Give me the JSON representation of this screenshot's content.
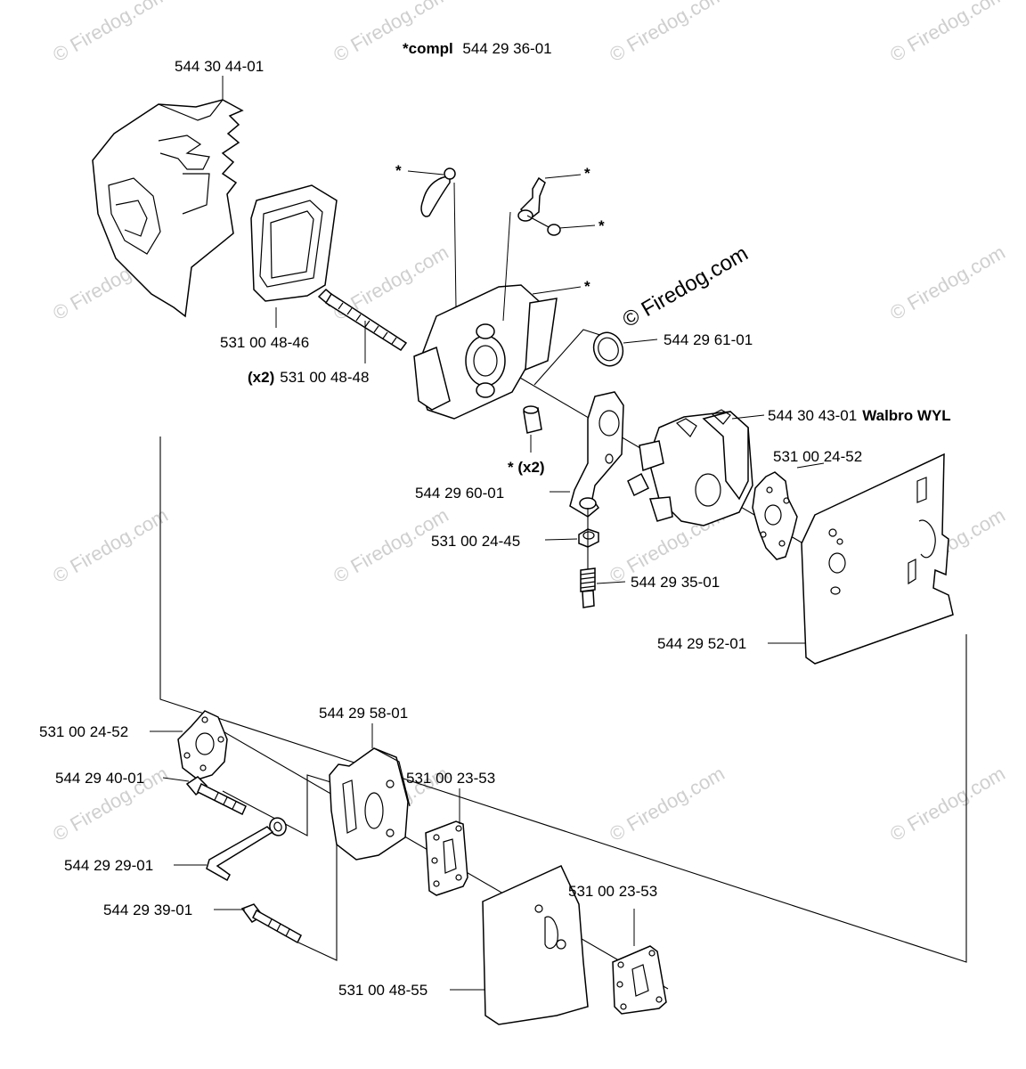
{
  "header": {
    "compl_prefix": "*compl",
    "compl_number": "544 29 36-01"
  },
  "watermark": {
    "text": "© Firedog.com",
    "center_text": "© Firedog.com"
  },
  "labels": {
    "p544_30_44_01": "544 30 44-01",
    "p531_00_48_46": "531 00 48-46",
    "x2_prefix": "(x2)",
    "p531_00_48_48": "531 00 48-48",
    "star_1": "*",
    "star_2": "*",
    "star_3": "*",
    "star_4": "*",
    "p544_29_61_01": "544 29 61-01",
    "p544_30_43_01": "544 30 43-01",
    "walbro": "Walbro WYL",
    "star_x2": "* (x2)",
    "p531_00_24_52_top": "531 00 24-52",
    "p544_29_60_01": "544 29 60-01",
    "p531_00_24_45": "531 00 24-45",
    "p544_29_35_01": "544 29 35-01",
    "p544_29_52_01": "544 29 52-01",
    "p531_00_24_52_bottom": "531 00 24-52",
    "p544_29_58_01": "544 29 58-01",
    "p544_29_40_01": "544 29 40-01",
    "p531_00_23_53_a": "531 00 23-53",
    "p544_29_29_01": "544 29 29-01",
    "p544_29_39_01": "544 29 39-01",
    "p531_00_23_53_b": "531 00 23-53",
    "p531_00_48_55": "531 00 48-55"
  },
  "colors": {
    "line": "#000000",
    "watermark": "#cfcfcf",
    "background": "#ffffff"
  }
}
